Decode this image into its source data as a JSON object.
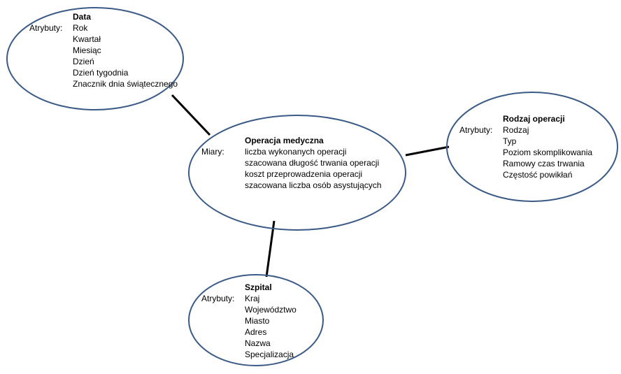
{
  "data_entity": {
    "title": "Data",
    "prefix": "Atrybuty:",
    "items": [
      "Rok",
      "Kwartał",
      "Miesiąc",
      "Dzień",
      "Dzień tygodnia",
      "Znacznik dnia świątecznego"
    ]
  },
  "fact_entity": {
    "title": "Operacja medyczna",
    "prefix": "Miary:",
    "items": [
      "liczba wykonanych operacji",
      "szacowana długość trwania operacji",
      "koszt przeprowadzenia operacji",
      "szacowana liczba osób asystujących"
    ]
  },
  "operation_type_entity": {
    "title": "Rodzaj operacji",
    "prefix": "Atrybuty:",
    "items": [
      "Rodzaj",
      "Typ",
      "Poziom skomplikowania",
      "Ramowy czas trwania",
      "Częstość powikłań"
    ]
  },
  "hospital_entity": {
    "title": "Szpital",
    "prefix": "Atrybuty:",
    "items": [
      "Kraj",
      "Województwo",
      "Miasto",
      "Adres",
      "Nazwa",
      "Specjalizacja"
    ]
  },
  "colors": {
    "ellipse_stroke": "#3b5a85",
    "connector": "#000000",
    "text": "#000000"
  }
}
